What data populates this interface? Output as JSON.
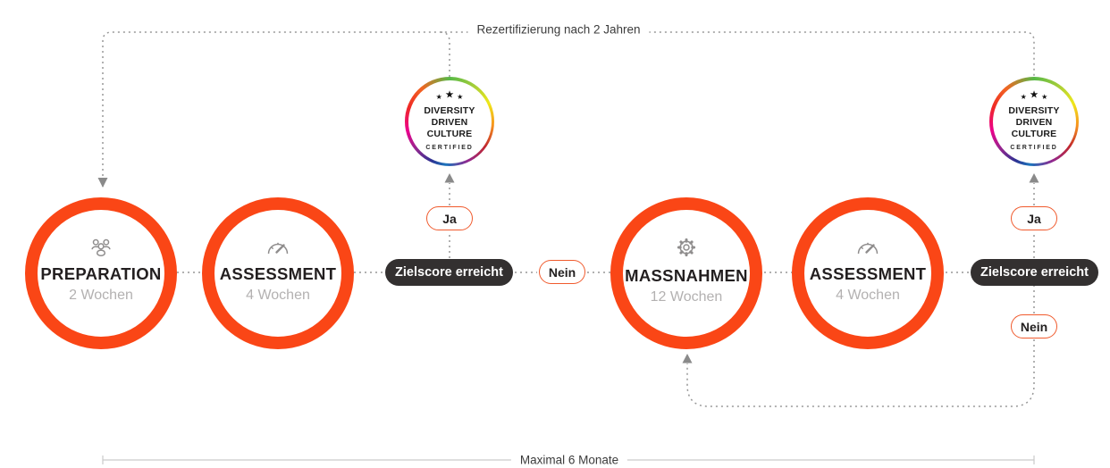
{
  "diagram": {
    "recertification_label": "Rezertifizierung nach 2 Jahren",
    "timeline_label": "Maximal 6 Monate",
    "yes_label": "Ja",
    "no_label": "Nein",
    "decision_label": "Zielscore erreicht",
    "stages": [
      {
        "title": "PREPARATION",
        "duration": "2 Wochen",
        "icon": "people-group-icon"
      },
      {
        "title": "ASSESSMENT",
        "duration": "4 Wochen",
        "icon": "gauge-icon"
      },
      {
        "title": "MASSNAHMEN",
        "duration": "12 Wochen",
        "icon": "gear-icon"
      },
      {
        "title": "ASSESSMENT",
        "duration": "4 Wochen",
        "icon": "gauge-icon"
      }
    ],
    "badge": {
      "star_glyph": "★",
      "line1": "DIVERSITY",
      "line2": "DRIVEN",
      "line3": "CULTURE",
      "certified_label": "CERTIFIED"
    },
    "colors": {
      "stage_ring_orange": "#FA4616",
      "pill_border_orange": "#F05A2D",
      "decision_pill_dark": "#333030",
      "connector_gray": "#979797",
      "timeline_gray": "#C9C9C9",
      "duration_text_gray": "#B3B1B1",
      "title_text_dark": "#231F20"
    }
  }
}
